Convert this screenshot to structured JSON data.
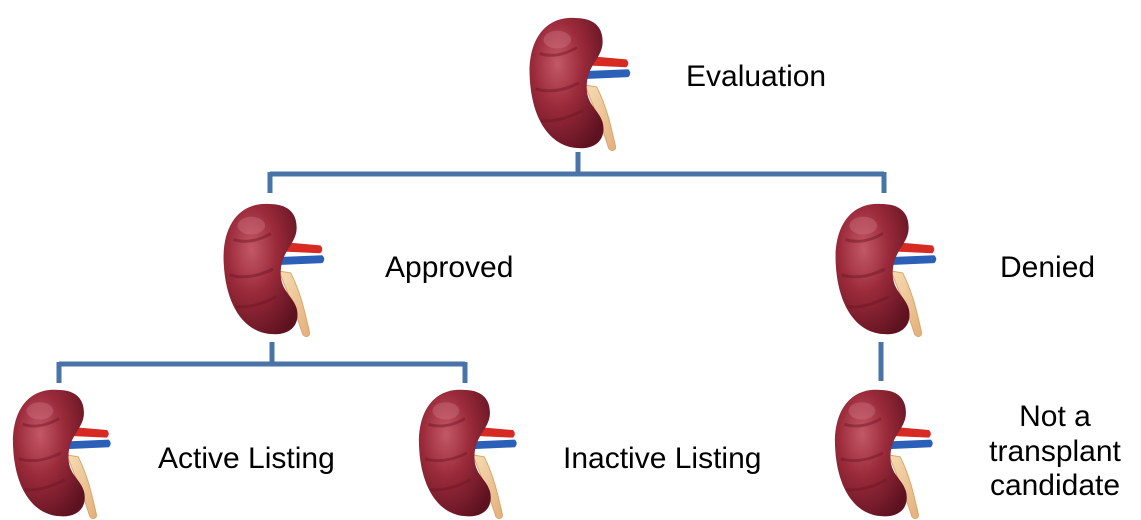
{
  "colors": {
    "connector": "#4a74a8",
    "kidney_dark": "#5e1220",
    "kidney_mid": "#9a2a3a",
    "kidney_light": "#c45866",
    "artery": "#d62a23",
    "vein": "#2c5fb8",
    "ureter": "#efc89a"
  },
  "icon_name": "kidney-icon",
  "nodes": {
    "evaluation": {
      "label": "Evaluation"
    },
    "approved": {
      "label": "Approved"
    },
    "denied": {
      "label": "Denied"
    },
    "active_listing": {
      "label": "Active Listing"
    },
    "inactive_listing": {
      "label": "Inactive Listing"
    },
    "not_candidate": {
      "lines": [
        "Not a",
        "transplant",
        "candidate"
      ]
    }
  }
}
